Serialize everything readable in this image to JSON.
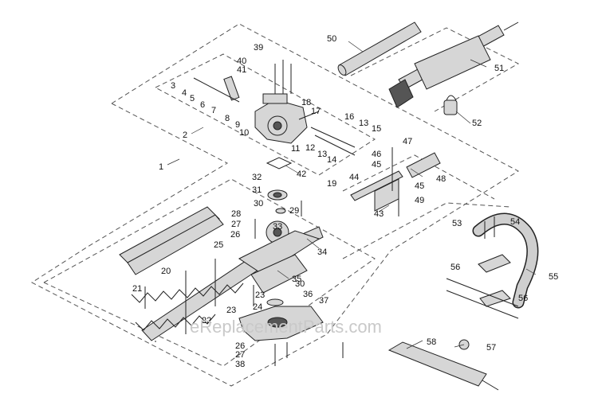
{
  "watermark": "eReplacementParts.com",
  "callouts": [
    {
      "id": "c1",
      "text": "1"
    },
    {
      "id": "c2",
      "text": "2"
    },
    {
      "id": "c3",
      "text": "3"
    },
    {
      "id": "c4",
      "text": "4"
    },
    {
      "id": "c5",
      "text": "5"
    },
    {
      "id": "c6",
      "text": "6"
    },
    {
      "id": "c7",
      "text": "7"
    },
    {
      "id": "c8",
      "text": "8"
    },
    {
      "id": "c9",
      "text": "9"
    },
    {
      "id": "c10",
      "text": "10"
    },
    {
      "id": "c11",
      "text": "11"
    },
    {
      "id": "c12",
      "text": "12"
    },
    {
      "id": "c13a",
      "text": "13"
    },
    {
      "id": "c13b",
      "text": "13"
    },
    {
      "id": "c14",
      "text": "14"
    },
    {
      "id": "c15",
      "text": "15"
    },
    {
      "id": "c16",
      "text": "16"
    },
    {
      "id": "c17",
      "text": "17"
    },
    {
      "id": "c18",
      "text": "18"
    },
    {
      "id": "c19",
      "text": "19"
    },
    {
      "id": "c20",
      "text": "20"
    },
    {
      "id": "c21",
      "text": "21"
    },
    {
      "id": "c22",
      "text": "22"
    },
    {
      "id": "c23a",
      "text": "23"
    },
    {
      "id": "c23b",
      "text": "23"
    },
    {
      "id": "c24",
      "text": "24"
    },
    {
      "id": "c25",
      "text": "25"
    },
    {
      "id": "c26a",
      "text": "26"
    },
    {
      "id": "c26b",
      "text": "26"
    },
    {
      "id": "c27a",
      "text": "27"
    },
    {
      "id": "c27b",
      "text": "27"
    },
    {
      "id": "c28",
      "text": "28"
    },
    {
      "id": "c29",
      "text": "29"
    },
    {
      "id": "c30a",
      "text": "30"
    },
    {
      "id": "c30b",
      "text": "30"
    },
    {
      "id": "c31",
      "text": "31"
    },
    {
      "id": "c32",
      "text": "32"
    },
    {
      "id": "c33",
      "text": "33"
    },
    {
      "id": "c34",
      "text": "34"
    },
    {
      "id": "c35",
      "text": "35"
    },
    {
      "id": "c36",
      "text": "36"
    },
    {
      "id": "c37",
      "text": "37"
    },
    {
      "id": "c38",
      "text": "38"
    },
    {
      "id": "c39",
      "text": "39"
    },
    {
      "id": "c40",
      "text": "40"
    },
    {
      "id": "c41",
      "text": "41"
    },
    {
      "id": "c42",
      "text": "42"
    },
    {
      "id": "c43",
      "text": "43"
    },
    {
      "id": "c44",
      "text": "44"
    },
    {
      "id": "c45a",
      "text": "45"
    },
    {
      "id": "c45b",
      "text": "45"
    },
    {
      "id": "c46",
      "text": "46"
    },
    {
      "id": "c47",
      "text": "47"
    },
    {
      "id": "c48",
      "text": "48"
    },
    {
      "id": "c49",
      "text": "49"
    },
    {
      "id": "c50",
      "text": "50"
    },
    {
      "id": "c51",
      "text": "51"
    },
    {
      "id": "c52",
      "text": "52"
    },
    {
      "id": "c53",
      "text": "53"
    },
    {
      "id": "c54",
      "text": "54"
    },
    {
      "id": "c55",
      "text": "55"
    },
    {
      "id": "c56a",
      "text": "56"
    },
    {
      "id": "c56b",
      "text": "56"
    },
    {
      "id": "c57",
      "text": "57"
    },
    {
      "id": "c58",
      "text": "58"
    }
  ]
}
